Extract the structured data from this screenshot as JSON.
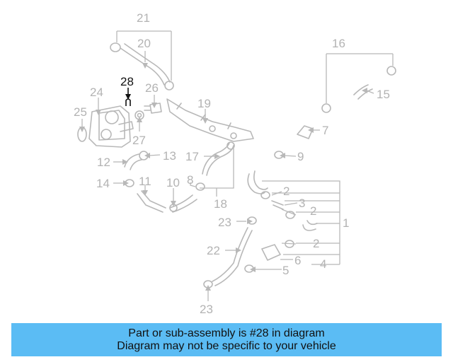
{
  "diagram": {
    "callouts": {
      "c1": "1",
      "c2a": "2",
      "c2b": "2",
      "c2c": "2",
      "c3": "3",
      "c4": "4",
      "c5": "5",
      "c6": "6",
      "c7": "7",
      "c8": "8",
      "c9": "9",
      "c10": "10",
      "c11": "11",
      "c12": "12",
      "c13": "13",
      "c14": "14",
      "c15": "15",
      "c16": "16",
      "c17": "17",
      "c18": "18",
      "c19": "19",
      "c20": "20",
      "c21": "21",
      "c22": "22",
      "c23a": "23",
      "c23b": "23",
      "c24": "24",
      "c25": "25",
      "c26": "26",
      "c27": "27",
      "c28": "28"
    },
    "highlighted_part": "28"
  },
  "banner": {
    "line1": "Part or sub-assembly is #28 in diagram",
    "line2": "Diagram may not be specific to your vehicle"
  },
  "colors": {
    "banner_bg": "#5bbcf4",
    "part_line": "#b8b8b8",
    "highlight": "#111111"
  }
}
